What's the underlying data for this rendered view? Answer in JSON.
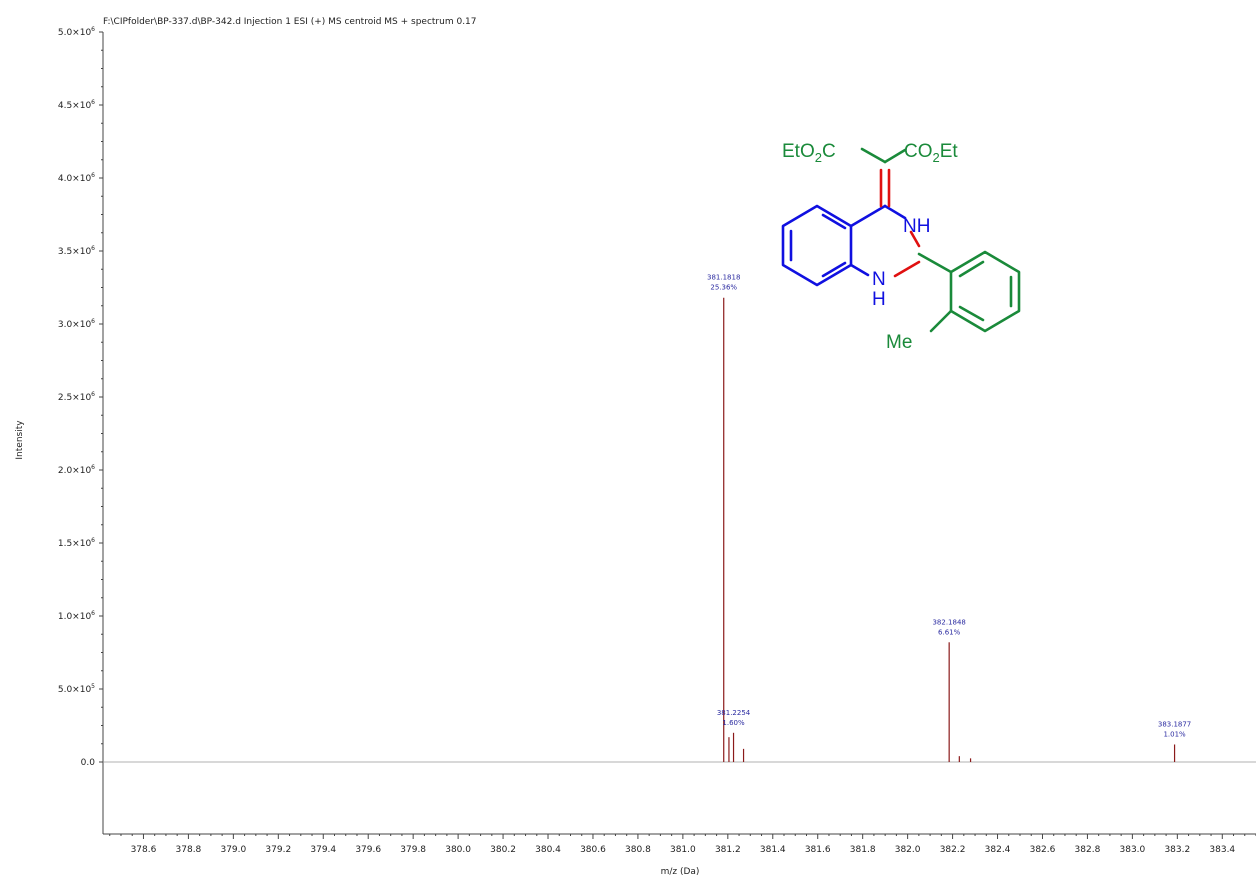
{
  "chart_data": {
    "type": "bar",
    "title": "F:\\CIPfolder\\BP-337.d\\BP-342.d Injection 1 ESI (+) MS centroid MS + spectrum 0.17",
    "xlabel": "m/z (Da)",
    "ylabel": "Intensity",
    "xlim": [
      378.42,
      383.55
    ],
    "ylim": [
      -500000,
      5000000
    ],
    "x_ticks": [
      "378.6",
      "378.8",
      "379.0",
      "379.2",
      "379.4",
      "379.6",
      "379.8",
      "380.0",
      "380.2",
      "380.4",
      "380.6",
      "380.8",
      "381.0",
      "381.2",
      "381.4",
      "381.6",
      "381.8",
      "382.0",
      "382.2",
      "382.4",
      "382.6",
      "382.8",
      "383.0",
      "383.2",
      "383.4",
      "383."
    ],
    "y_ticks": [
      {
        "value": 5000000,
        "label": "5.0×10",
        "exp": "6"
      },
      {
        "value": 4500000,
        "label": "4.5×10",
        "exp": "6"
      },
      {
        "value": 4000000,
        "label": "4.0×10",
        "exp": "6"
      },
      {
        "value": 3500000,
        "label": "3.5×10",
        "exp": "6"
      },
      {
        "value": 3000000,
        "label": "3.0×10",
        "exp": "6"
      },
      {
        "value": 2500000,
        "label": "2.5×10",
        "exp": "6"
      },
      {
        "value": 2000000,
        "label": "2.0×10",
        "exp": "6"
      },
      {
        "value": 1500000,
        "label": "1.5×10",
        "exp": "6"
      },
      {
        "value": 1000000,
        "label": "1.0×10",
        "exp": "6"
      },
      {
        "value": 500000,
        "label": "5.0×10",
        "exp": "5"
      },
      {
        "value": 0,
        "label": "0.0",
        "exp": ""
      }
    ],
    "peaks": [
      {
        "x": 381.1818,
        "y": 3180000
      },
      {
        "x": 381.205,
        "y": 170000
      },
      {
        "x": 381.2254,
        "y": 200000
      },
      {
        "x": 381.27,
        "y": 90000
      },
      {
        "x": 382.1848,
        "y": 820000
      },
      {
        "x": 382.23,
        "y": 40000
      },
      {
        "x": 382.28,
        "y": 25000
      },
      {
        "x": 383.1877,
        "y": 120000
      }
    ],
    "peak_labels": [
      {
        "x": 381.1818,
        "y": 3180000,
        "mz": "381.1818",
        "pct": "25.36%"
      },
      {
        "x": 381.2254,
        "y": 200000,
        "mz": "381.2254",
        "pct": "1.60%"
      },
      {
        "x": 382.1848,
        "y": 820000,
        "mz": "382.1848",
        "pct": "6.61%"
      },
      {
        "x": 383.1877,
        "y": 120000,
        "mz": "383.1877",
        "pct": "1.01%"
      }
    ],
    "grid": false,
    "colors": {
      "peak": "#8b1a1a",
      "label": "#2a2aa0",
      "axis": "#444444"
    }
  },
  "structure": {
    "colors": {
      "green": "#1a8a3a",
      "blue": "#1010e0",
      "red": "#e01010"
    },
    "labels": {
      "eto2c": "EtO",
      "eto2c_sub": "2",
      "eto2c_end": "C",
      "co2et": "CO",
      "co2et_sub": "2",
      "co2et_end": "Et",
      "nh": "NH",
      "n": "N",
      "h": "H",
      "me": "Me"
    }
  }
}
